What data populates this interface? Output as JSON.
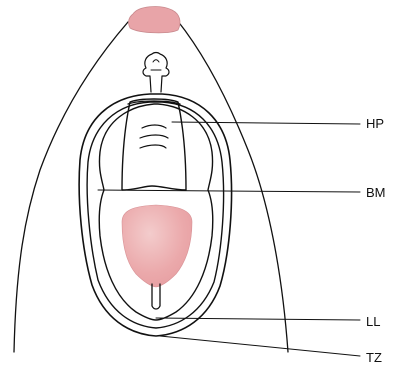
{
  "labels": {
    "hp": "HP",
    "bm": "BM",
    "ll": "LL",
    "tz": "TZ"
  },
  "colors": {
    "tip_fill": "#e8a4a8",
    "tissue_fill": "#eba9ab",
    "tissue_highlight": "#f2c6c6",
    "outline": "#111111"
  }
}
